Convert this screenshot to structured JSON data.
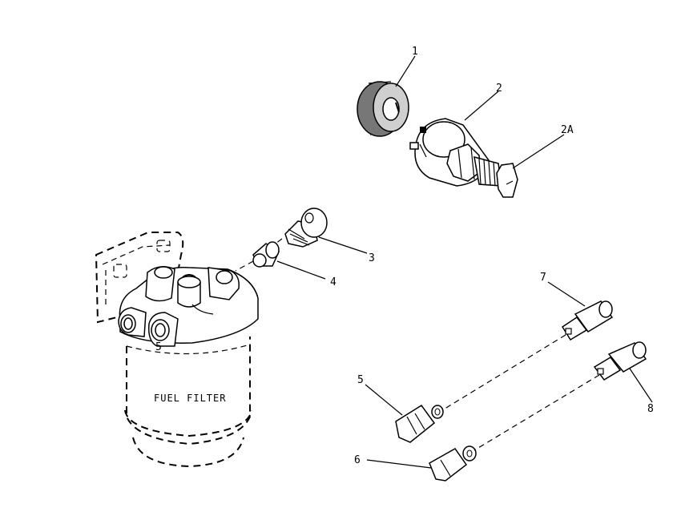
{
  "diagram": {
    "filter_label": "FUEL FILTER",
    "filter_mark": "5",
    "callouts": {
      "c1": "1",
      "c2": "2",
      "c2a": "2A",
      "c3": "3",
      "c4": "4",
      "c5": "5",
      "c6": "6",
      "c7": "7",
      "c8": "8"
    }
  }
}
